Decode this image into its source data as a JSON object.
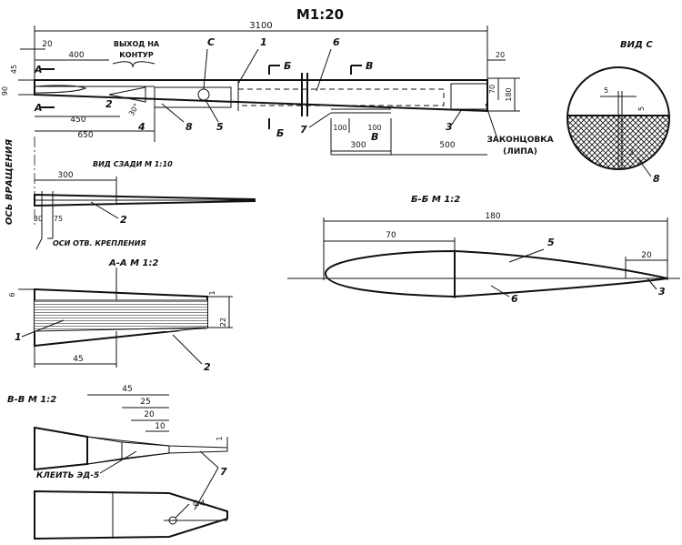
{
  "scale": "М1:20",
  "views": {
    "main": {
      "dims": {
        "total": "3100",
        "d20": "20",
        "d400": "400",
        "d45": "45",
        "d90": "90",
        "d450": "450",
        "d650": "650",
        "d100a": "100",
        "d100b": "100",
        "d300": "300",
        "d500": "500",
        "d20r": "20",
        "d70": "70",
        "d180": "180"
      },
      "exit_label_1": "ВЫХОД НА",
      "exit_label_2": "КОНТУР",
      "angle": "30°",
      "section_letters": {
        "a1": "А",
        "a2": "А",
        "b1": "Б",
        "b2": "Б",
        "v1": "В",
        "v2": "В",
        "c": "С"
      },
      "callouts": {
        "n1": "1",
        "n2": "2",
        "n3": "3",
        "n4": "4",
        "n5": "5",
        "n6": "6",
        "n7": "7",
        "n8": "8"
      },
      "tip_label_1": "ЗАКОНЦОВКА",
      "tip_label_2": "(ЛИПА)"
    },
    "rotation_axis": "ОСЬ ВРАЩЕНИЯ",
    "rear": {
      "title": "ВИД СЗАДИ  М 1:10",
      "dims": {
        "d300": "300",
        "d30": "30",
        "d75": "75"
      },
      "callout": "2",
      "mount_label": "ОСИ ОТВ. КРЕПЛЕНИЯ"
    },
    "section_aa": {
      "title": "А-А  М 1:2",
      "dims": {
        "d6": "6",
        "d1": "1",
        "d22": "22",
        "d45": "45"
      },
      "callouts": {
        "n1": "1",
        "n2": "2"
      }
    },
    "section_vv": {
      "title": "В-В  М 1:2",
      "dims": {
        "d45": "45",
        "d25": "25",
        "d20": "20",
        "d10": "10",
        "d1": "1",
        "dia": "ф4"
      },
      "glue_label": "КЛЕИТЬ ЭД-5",
      "callout": "7"
    },
    "view_c": {
      "title": "ВИД С",
      "dims": {
        "d5a": "5",
        "d5b": "5",
        "d2": "2"
      },
      "callout": "8"
    },
    "section_bb": {
      "title": "Б-Б  М 1:2",
      "dims": {
        "d180": "180",
        "d70": "70",
        "d20": "20"
      },
      "callouts": {
        "n5": "5",
        "n6": "6",
        "n3": "3"
      }
    }
  }
}
